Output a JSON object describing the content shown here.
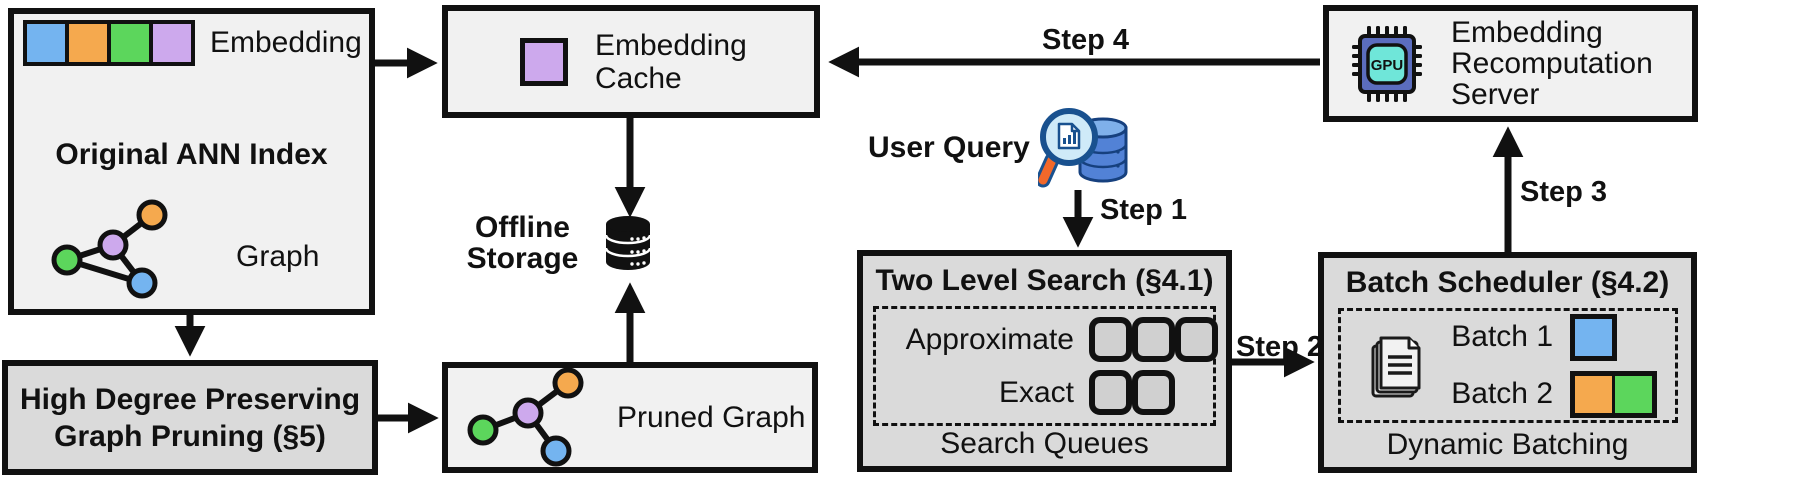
{
  "diagram": {
    "ann_index": {
      "title": "Original ANN Index",
      "embedding_label": "Embedding",
      "graph_label": "Graph"
    },
    "high_degree_pruning": {
      "title_lines": [
        "High Degree Preserving",
        "Graph Pruning (§5)"
      ]
    },
    "embedding_cache": {
      "title_lines": [
        "Embedding",
        "Cache"
      ]
    },
    "offline_storage": {
      "title_lines": [
        "Offline",
        "Storage"
      ]
    },
    "pruned_graph": {
      "label": "Pruned Graph"
    },
    "user_query": {
      "label": "User Query"
    },
    "two_level_search": {
      "title": "Two Level Search (§4.1)",
      "approximate_label": "Approximate",
      "exact_label": "Exact",
      "approximate_queue_slots": 3,
      "exact_queue_slots": 2,
      "footer": "Search Queues"
    },
    "batch_scheduler": {
      "title": "Batch Scheduler (§4.2)",
      "batch1_label": "Batch 1",
      "batch2_label": "Batch 2",
      "batch1_colors": [
        "#74b4f0"
      ],
      "batch2_colors": [
        "#f5a94e",
        "#5cd65c"
      ],
      "footer": "Dynamic Batching"
    },
    "recomputation_server": {
      "title_lines": [
        "Embedding",
        "Recomputation",
        "Server"
      ],
      "gpu_chip_label": "GPU"
    },
    "steps": {
      "step1": "Step 1",
      "step2": "Step 2",
      "step3": "Step 3",
      "step4": "Step 4"
    },
    "colors": {
      "embedding_blue": "#74b4f0",
      "embedding_orange": "#f5a94e",
      "embedding_green": "#5cd65c",
      "embedding_purple": "#cda9ed",
      "box_light_bg": "#f1f1f1",
      "box_medium_bg": "#dadada",
      "outline": "#111111",
      "gpu_chip_body": "#5b6dbe",
      "gpu_chip_core": "#6fe6d9",
      "magnifier_lens": "#cfeaf8",
      "magnifier_rim": "#19518f",
      "magnifier_handle": "#f2682a",
      "query_db_blue": "#5282d6"
    }
  }
}
